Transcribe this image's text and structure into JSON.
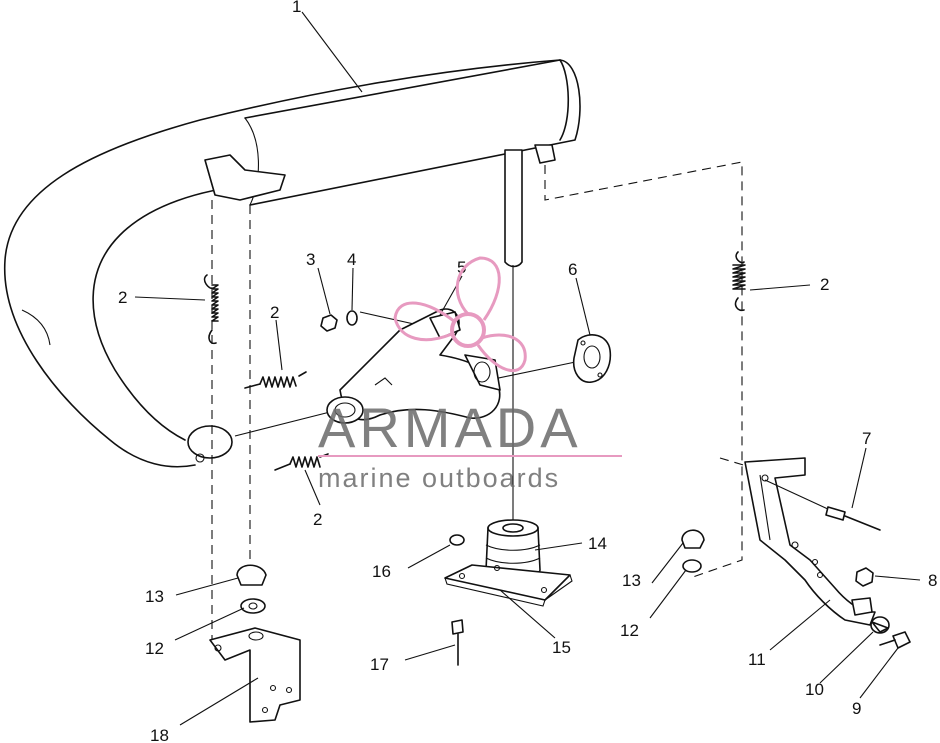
{
  "diagram": {
    "callouts": [
      {
        "id": "c1",
        "text": "1"
      },
      {
        "id": "c2a",
        "text": "2"
      },
      {
        "id": "c2b",
        "text": "2"
      },
      {
        "id": "c2c",
        "text": "2"
      },
      {
        "id": "c2d",
        "text": "2"
      },
      {
        "id": "c3",
        "text": "3"
      },
      {
        "id": "c4",
        "text": "4"
      },
      {
        "id": "c5",
        "text": "5"
      },
      {
        "id": "c6",
        "text": "6"
      },
      {
        "id": "c7",
        "text": "7"
      },
      {
        "id": "c8",
        "text": "8"
      },
      {
        "id": "c9",
        "text": "9"
      },
      {
        "id": "c10",
        "text": "10"
      },
      {
        "id": "c11",
        "text": "11"
      },
      {
        "id": "c12a",
        "text": "12"
      },
      {
        "id": "c12b",
        "text": "12"
      },
      {
        "id": "c13a",
        "text": "13"
      },
      {
        "id": "c13b",
        "text": "13"
      },
      {
        "id": "c14",
        "text": "14"
      },
      {
        "id": "c15",
        "text": "15"
      },
      {
        "id": "c16",
        "text": "16"
      },
      {
        "id": "c17",
        "text": "17"
      },
      {
        "id": "c18",
        "text": "18"
      }
    ]
  },
  "watermark": {
    "brand": "ARMADA",
    "tagline": "marine outboards",
    "logo_icon": "propeller-logo-icon",
    "brand_color": "#e79ac0"
  }
}
